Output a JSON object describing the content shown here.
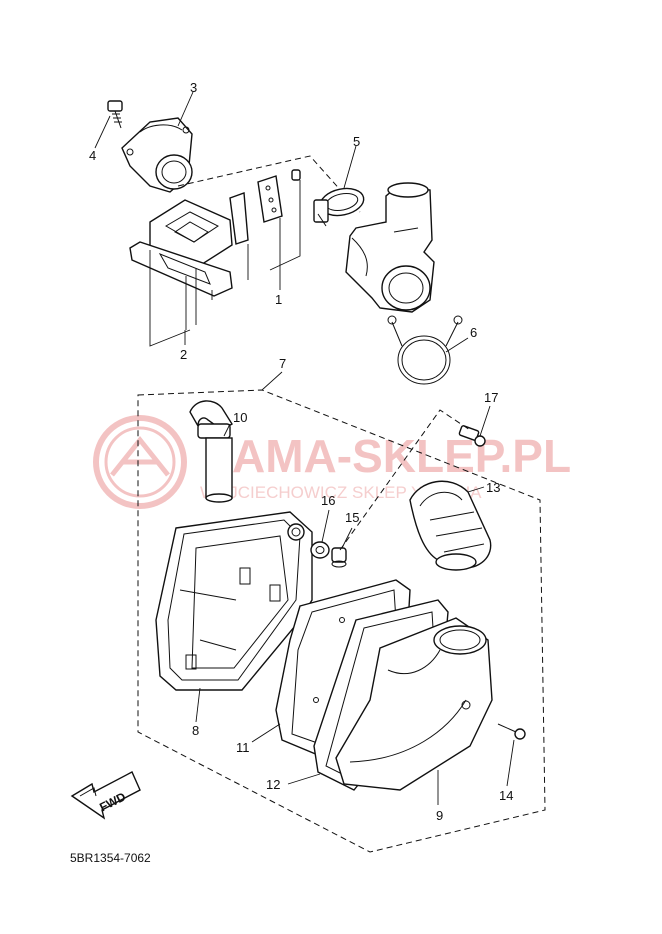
{
  "diagram": {
    "callouts": {
      "c1": "1",
      "c2": "2",
      "c3": "3",
      "c4": "4",
      "c5": "5",
      "c6": "6",
      "c7": "7",
      "c8": "8",
      "c9": "9",
      "c10": "10",
      "c11": "11",
      "c12": "12",
      "c13": "13",
      "c14": "14",
      "c15": "15",
      "c16": "16",
      "c17": "17"
    },
    "fwd_label": "FWD",
    "drawing_code": "5BR1354-7062"
  },
  "watermark": {
    "main_text": "AMA-SKLEP.PL",
    "sub_text": "WOJCIECHOWICZ  SKLEP  YAMAHA",
    "color": "#f0a8a8"
  }
}
